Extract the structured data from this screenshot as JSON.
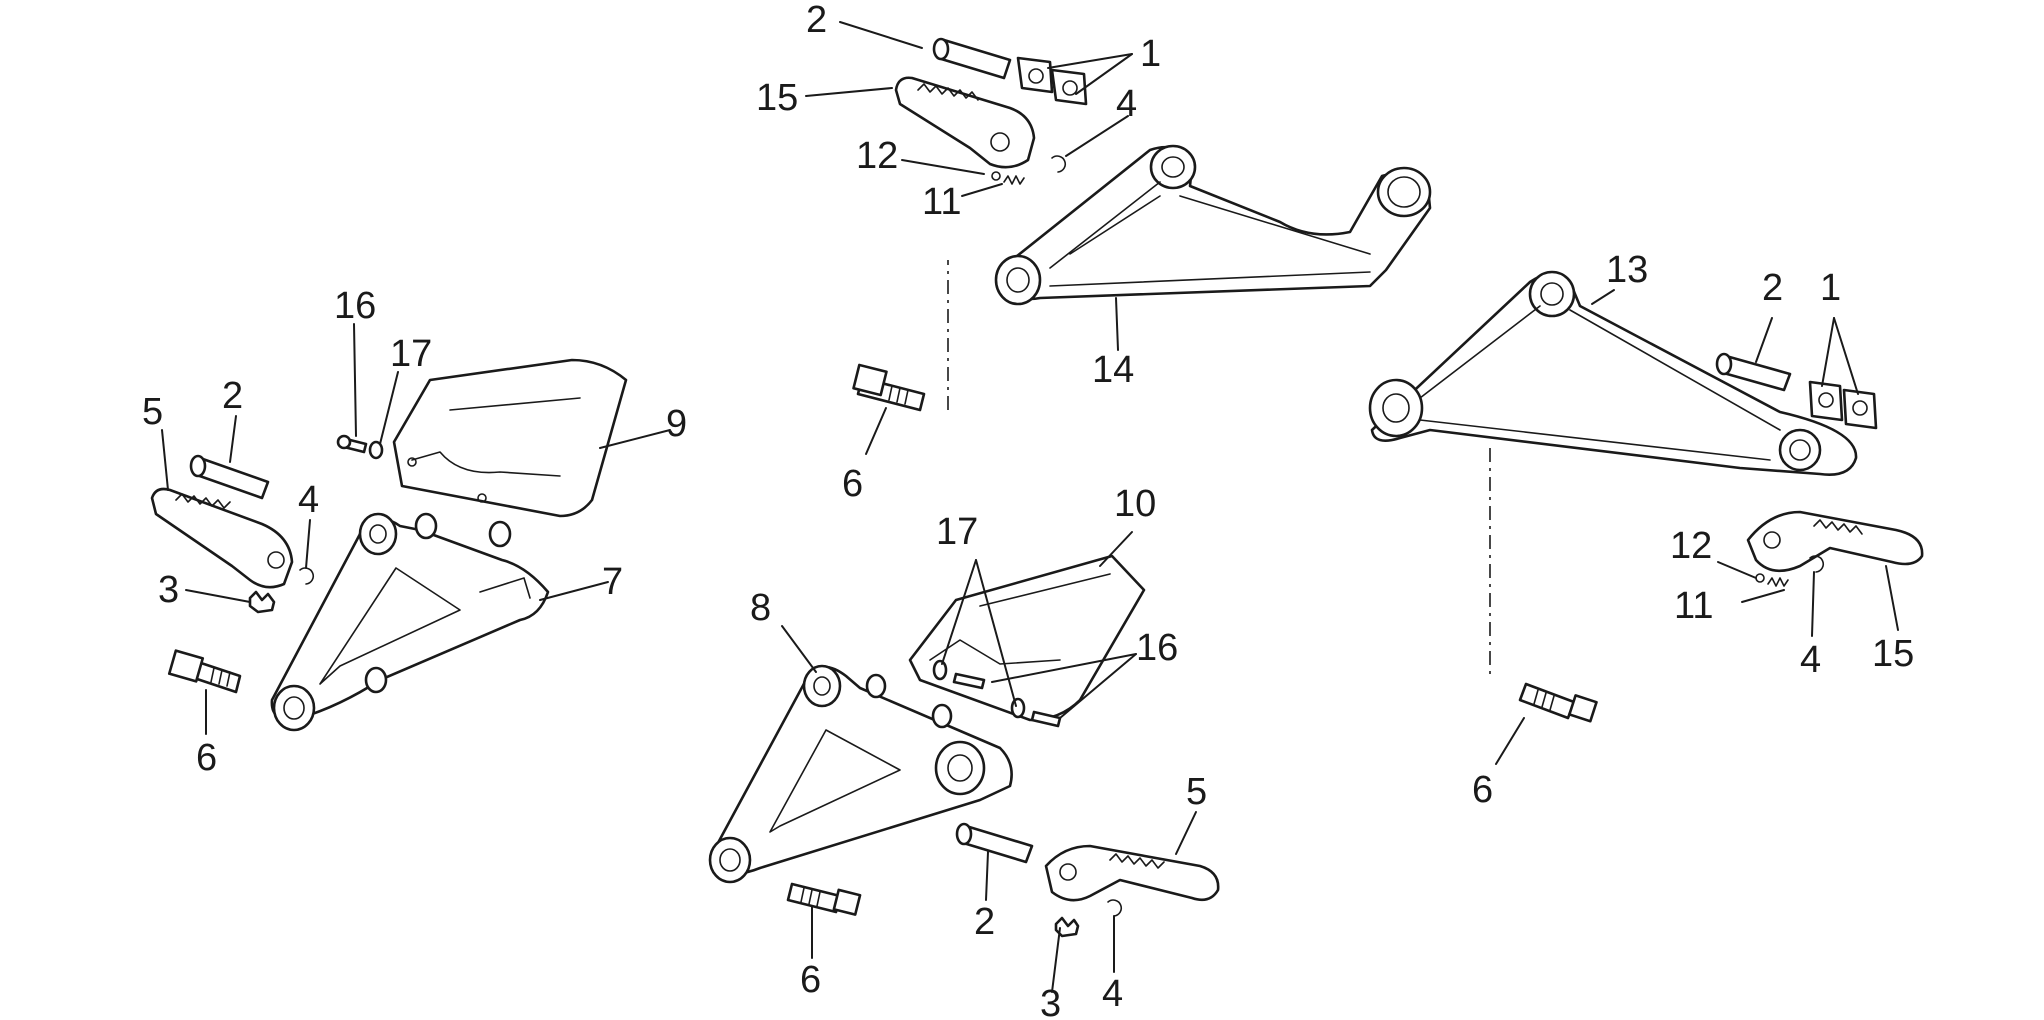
{
  "diagram": {
    "callouts": [
      {
        "id": "c2a",
        "text": "2"
      },
      {
        "id": "c1a",
        "text": "1"
      },
      {
        "id": "c15a",
        "text": "15"
      },
      {
        "id": "c4a",
        "text": "4"
      },
      {
        "id": "c12a",
        "text": "12"
      },
      {
        "id": "c11a",
        "text": "11"
      },
      {
        "id": "c14",
        "text": "14"
      },
      {
        "id": "c6a",
        "text": "6"
      },
      {
        "id": "c16a",
        "text": "16"
      },
      {
        "id": "c17a",
        "text": "17"
      },
      {
        "id": "c2b",
        "text": "2"
      },
      {
        "id": "c5a",
        "text": "5"
      },
      {
        "id": "c9",
        "text": "9"
      },
      {
        "id": "c4b",
        "text": "4"
      },
      {
        "id": "c3a",
        "text": "3"
      },
      {
        "id": "c7",
        "text": "7"
      },
      {
        "id": "c6b",
        "text": "6"
      },
      {
        "id": "c10",
        "text": "10"
      },
      {
        "id": "c17b",
        "text": "17"
      },
      {
        "id": "c8",
        "text": "8"
      },
      {
        "id": "c16b",
        "text": "16"
      },
      {
        "id": "c5b",
        "text": "5"
      },
      {
        "id": "c2c",
        "text": "2"
      },
      {
        "id": "c6c",
        "text": "6"
      },
      {
        "id": "c3b",
        "text": "3"
      },
      {
        "id": "c4c",
        "text": "4"
      },
      {
        "id": "c13",
        "text": "13"
      },
      {
        "id": "c2d",
        "text": "2"
      },
      {
        "id": "c1b",
        "text": "1"
      },
      {
        "id": "c12b",
        "text": "12"
      },
      {
        "id": "c11b",
        "text": "11"
      },
      {
        "id": "c15b",
        "text": "15"
      },
      {
        "id": "c4d",
        "text": "4"
      },
      {
        "id": "c6d",
        "text": "6"
      }
    ]
  }
}
